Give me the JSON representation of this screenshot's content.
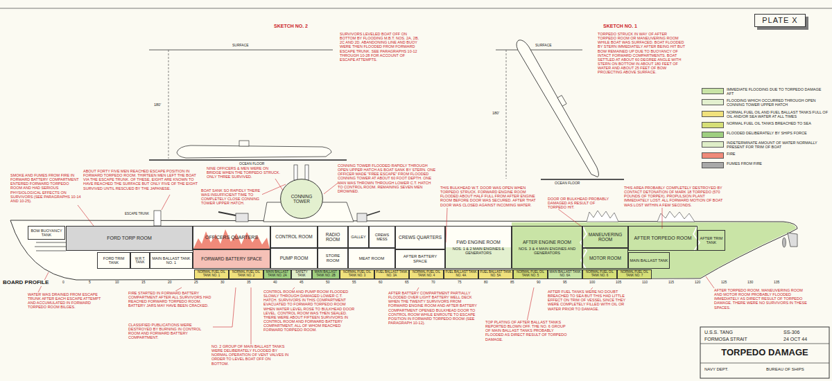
{
  "diagram": {
    "title": "TORPEDO DAMAGE",
    "nodes": [
      {
        "text": [
          "PLATE X"
        ]
      },
      {
        "text": [
          "CONNING TOWER"
        ]
      },
      {
        "text": [
          "BOW BUOYANCY TANK"
        ]
      },
      {
        "text": [
          "FORD TORP ROOM"
        ]
      },
      {
        "text": [
          "FORD TRIM TANK"
        ]
      },
      {
        "text": [
          "W.R.T. TANK"
        ]
      },
      {
        "text": [
          "MAIN BALLAST TANK NO. 1"
        ]
      },
      {
        "text": [
          "OFFICERS QUARTERS"
        ]
      },
      {
        "text": [
          "FORWARD BATTERY SPACE"
        ]
      },
      {
        "text": [
          "CONTROL ROOM"
        ]
      },
      {
        "text": [
          "PUMP ROOM"
        ]
      },
      {
        "text": [
          "RADIO ROOM"
        ]
      },
      {
        "text": [
          "STORE ROOM"
        ]
      },
      {
        "text": [
          "GALLEY"
        ]
      },
      {
        "text": [
          "CREWS MESS"
        ]
      },
      {
        "text": [
          "MEAT ROOM"
        ]
      },
      {
        "text": [
          "CREWS QUARTERS"
        ]
      },
      {
        "text": [
          "AFTER BATTERY SPACE"
        ]
      },
      {
        "text": [
          "FWD ENGINE ROOM",
          "NOS. 1 & 2 MAIN ENGINES & GENERATORS"
        ]
      },
      {
        "text": [
          "AFTER ENGINE ROOM",
          "NOS. 3 & 4 MAIN ENGINES AND GENERATORS"
        ]
      },
      {
        "text": [
          "MANEUVERING ROOM"
        ]
      },
      {
        "text": [
          "MOTOR ROOM"
        ]
      },
      {
        "text": [
          "AFTER TORPEDO ROOM"
        ]
      },
      {
        "text": [
          "MAIN BALLAST TANK"
        ]
      },
      {
        "text": [
          "AFTER TRIM TANK"
        ]
      },
      {
        "text": [
          "NORMAL FUEL OIL TANK NO. 1"
        ]
      },
      {
        "text": [
          "NORMAL FUEL OIL TANK NO. 2"
        ]
      },
      {
        "text": [
          "MAIN BALLAST TANK NO. 2A"
        ]
      },
      {
        "text": [
          "SAFETY TANK"
        ]
      },
      {
        "text": [
          "MAIN BALLAST TANK NO. 2B"
        ]
      },
      {
        "text": [
          "NORMAL FUEL OIL TANK NO. 3"
        ]
      },
      {
        "text": [
          "FUEL BALLAST TANK NO. 3A"
        ]
      },
      {
        "text": [
          "NORMAL FUEL OIL TANK NO. 4"
        ]
      },
      {
        "text": [
          "FUEL BALLAST TANK NO. 4A"
        ]
      },
      {
        "text": [
          "FUEL BALLAST TANK NO. 5A"
        ]
      },
      {
        "text": [
          "NORMAL FUEL OIL TANK NO. 5"
        ]
      },
      {
        "text": [
          "MAIN BALLAST TANK NO. 6A"
        ]
      },
      {
        "text": [
          "NORMAL FUEL OIL TANK NO. 6"
        ]
      },
      {
        "text": [
          "NORMAL FUEL OIL TANK NO. 7"
        ]
      },
      {
        "text": [
          "U.S.S. TANG",
          "SS-306",
          "FORMOSA STRAIT",
          "24 OCT 44",
          "NAVY DEPT.",
          "BUREAU OF SHIPS"
        ]
      }
    ],
    "labels": [
      "SKETCH NO. 2",
      "SURFACE",
      "180'",
      "OCEAN FLOOR",
      "SURVIVORS LEVELED BOAT OFF ON BOTTOM BY FLOODING M.B.T. NOS. 2A, 2B, 2C AND 2D. ABANDONING LINE AND BUOY WERE THEN FLOODED FROM FORWARD ESCAPE TRUNK. SEE PARAGRAPHS 10-12 THROUGH 10-28 FOR ACCOUNT OF ESCAPE ATTEMPTS.",
      "SKETCH NO. 1",
      "SURFACE",
      "180'",
      "OCEAN FLOOR",
      "TORPEDO STRUCK IN WAY OF AFTER TORPEDO ROOM OR MANEUVERING ROOM WHILE BOAT WAS SURFACED. BOAT FLOODED BY STERN IMMEDIATELY AFTER BEING HIT BUT BOW REMAINED UP DUE TO BUOYANCY OF INTACT FORWARD COMPARTMENTS. BOAT SETTLED AT ABOUT 60 DEGREE ANGLE WITH STERN ON BOTTOM IN ABOUT 180 FEET OF WATER AND ABOUT 25 FEET OF BOW PROJECTING ABOVE SURFACE.",
      "ABOUT FORTY FIVE MEN REACHED ESCAPE POSITION IN FORWARD TORPEDO ROOM. THIRTEEN MEN LEFT THE BOAT VIA THE ESCAPE TRUNK. OF THESE, EIGHT ARE KNOWN TO HAVE REACHED THE SURFACE BUT ONLY FIVE OF THE EIGHT SURVIVED UNTIL RESCUED BY THE JAPANESE.",
      "SMOKE AND FUMES FROM FIRE IN FORWARD BATTERY COMPARTMENT ENTERED FORWARD TORPEDO ROOM AND HAD SERIOUS PHYSIOLOGICAL EFFECTS ON SURVIVORS (SEE PARAGRAPHS 10-14 AND 10-25).",
      "NINE OFFICERS & MEN WERE ON BRIDGE WHEN THE TORPEDO STRUCK. ONLY THREE SURVIVED.",
      "BOAT SANK SO RAPIDLY THERE WAS INSUFFICIENT TIME TO COMPLETELY CLOSE CONNING TOWER UPPER HATCH.",
      "CONNING TOWER FLOODED RAPIDLY THROUGH OPEN UPPER HATCH AS BOAT SANK BY STERN. ONE OFFICER MADE \"FREE ESCAPE\" FROM FLOODED CONNING TOWER AT ABOUT 60 FOOT DEPTH. ONE MAN WAS THROWN THROUGH LOWER C.T. HATCH TO CONTROL ROOM. REMAINING SEVEN MEN DROWNED.",
      "THIS BULKHEAD W.T. DOOR WAS OPEN WHEN TORPEDO STRUCK. FORWARD ENGINE ROOM FLOODED ABOUT HALF FULL FROM AFTER ENGINE ROOM BEFORE DOOR WAS SECURED. AFTER THAT DOOR WAS CLOSED AGAINST INCOMING WATER.",
      "DOOR OR BULKHEAD PROBABLY DAMAGED AS RESULT OF TORPEDO HIT.",
      "THIS AREA PROBABLY COMPLETELY DESTROYED BY CONTACT DETONATION OF MARK 18 TORPEDO (570 POUNDS OF TORPEX). PROPULSION PLANT IMMEDIATELY LOST. ALL FORWARD MOTION OF BOAT WAS LOST WITHIN A FEW SECONDS.",
      "ESCAPE TRUNK",
      "BOARD PROFILE",
      "WATER WAS DRAINED FROM ESCAPE TRUNK AFTER EACH ESCAPE ATTEMPT AND ACCUMULATED IN FORWARD TORPEDO ROOM BILGES.",
      "FIRE STARTED IN FORWARD BATTERY COMPARTMENT AFTER ALL SURVIVORS HAD REACHED FORWARD TORPEDO ROOM. BATTERY JARS MAY HAVE BEEN CRACKED.",
      "CLASSIFIED PUBLICATIONS WERE DESTROYED BY BURNING IN CONTROL ROOM AND FORWARD BATTERY COMPARTMENT.",
      "CONTROL ROOM AND PUMP ROOM FLOODED SLOWLY THROUGH DAMAGED LOWER C.T. HATCH. SURVIVORS IN THIS COMPARTMENT EVACUATED TO FORWARD TORPEDO ROOM WHEN WATER LEVEL ROSE TO BULKHEAD DOOR LEVEL. CONTROL ROOM WAS THEN SEALED. THERE WERE ABOUT FIFTEEN SURVIVORS IN CONTROL ROOM AND FORWARD BATTERY COMPARTMENT, ALL OF WHOM REACHED FORWARD TORPEDO ROOM.",
      "NO. 2 GROUP OF MAIN BALLAST TANKS WERE DELIBERATELY FLOODED BY NORMAL OPERATION OF VENT VALVES IN ORDER TO LEVEL BOAT OFF ON BOTTOM.",
      "AFTER BATTERY COMPARTMENT PARTIALLY FLOODED OVER LIGHT BATTERY WELL DECK WHEN THE TWENTY SURVIVORS FROM FORWARD ENGINE ROOM AND AFTER BATTERY COMPARTMENT OPENED BULKHEAD DOOR TO CONTROL ROOM WHILE ENROUTE TO ESCAPE POSITION IN FORWARD TORPEDO ROOM (SEE PARAGRAPH 10-12).",
      "TOP PLATING OF AFTER BALLAST TANKS REPORTED BLOWN OFF. THE NO. 6 GROUP OF MAIN BALLAST TANKS PROBABLY FLOODED AS DIRECT RESULT OF TORPEDO DAMAGE.",
      "AFTER FUEL TANKS WERE NO DOUBT BREACHED TO SEA BUT THIS HAD LITTLE EFFECT ON TRIM OF VESSEL SINCE THEY WERE COMPLETELY FILLED WITH OIL OR WATER PRIOR TO DAMAGE.",
      "AFTER TORPEDO ROOM, MANEUVERING ROOM AND MOTOR ROOM PROBABLY FLOODED IMMEDIATELY AS DIRECT RESULT OF TORPEDO DAMAGE. THERE WERE NO SURVIVORS IN THESE SPACES.",
      "0",
      "5",
      "10",
      "15",
      "20",
      "25",
      "30",
      "35",
      "40",
      "45",
      "50",
      "55",
      "60",
      "65",
      "70",
      "75",
      "80",
      "85",
      "90",
      "95",
      "100",
      "105",
      "110",
      "115",
      "120",
      "125",
      "130",
      "135"
    ],
    "legend": [
      {
        "text": "IMMEDIATE FLOODING DUE TO TORPEDO DAMAGE AFT",
        "color": "#c9e4a6"
      },
      {
        "text": "FLOODING WHICH OCCURRED THROUGH OPEN CONNING TOWER UPPER HATCH",
        "color": "#e3f0cf"
      },
      {
        "text": "NORMAL FUEL OIL AND FUEL BALLAST TANKS FULL OF OIL AND/OR SEA WATER AT ALL TIMES",
        "color": "#f0e17c"
      },
      {
        "text": "NORMAL FUEL OIL TANKS BREACHED TO SEA",
        "color": "#d6df77"
      },
      {
        "text": "FLOODED DELIBERATELY BY SHIPS FORCE",
        "color": "#9fcf7f"
      },
      {
        "text": "INDETERMINATE AMOUNT OF WATER NORMALLY PRESENT FOR TRIM OF BOAT",
        "color": "#dfeec8"
      },
      {
        "text": "FIRE",
        "color": "#f08a7a"
      },
      {
        "text": "FUMES FROM FIRE",
        "color": "#a9a9a9"
      }
    ]
  }
}
